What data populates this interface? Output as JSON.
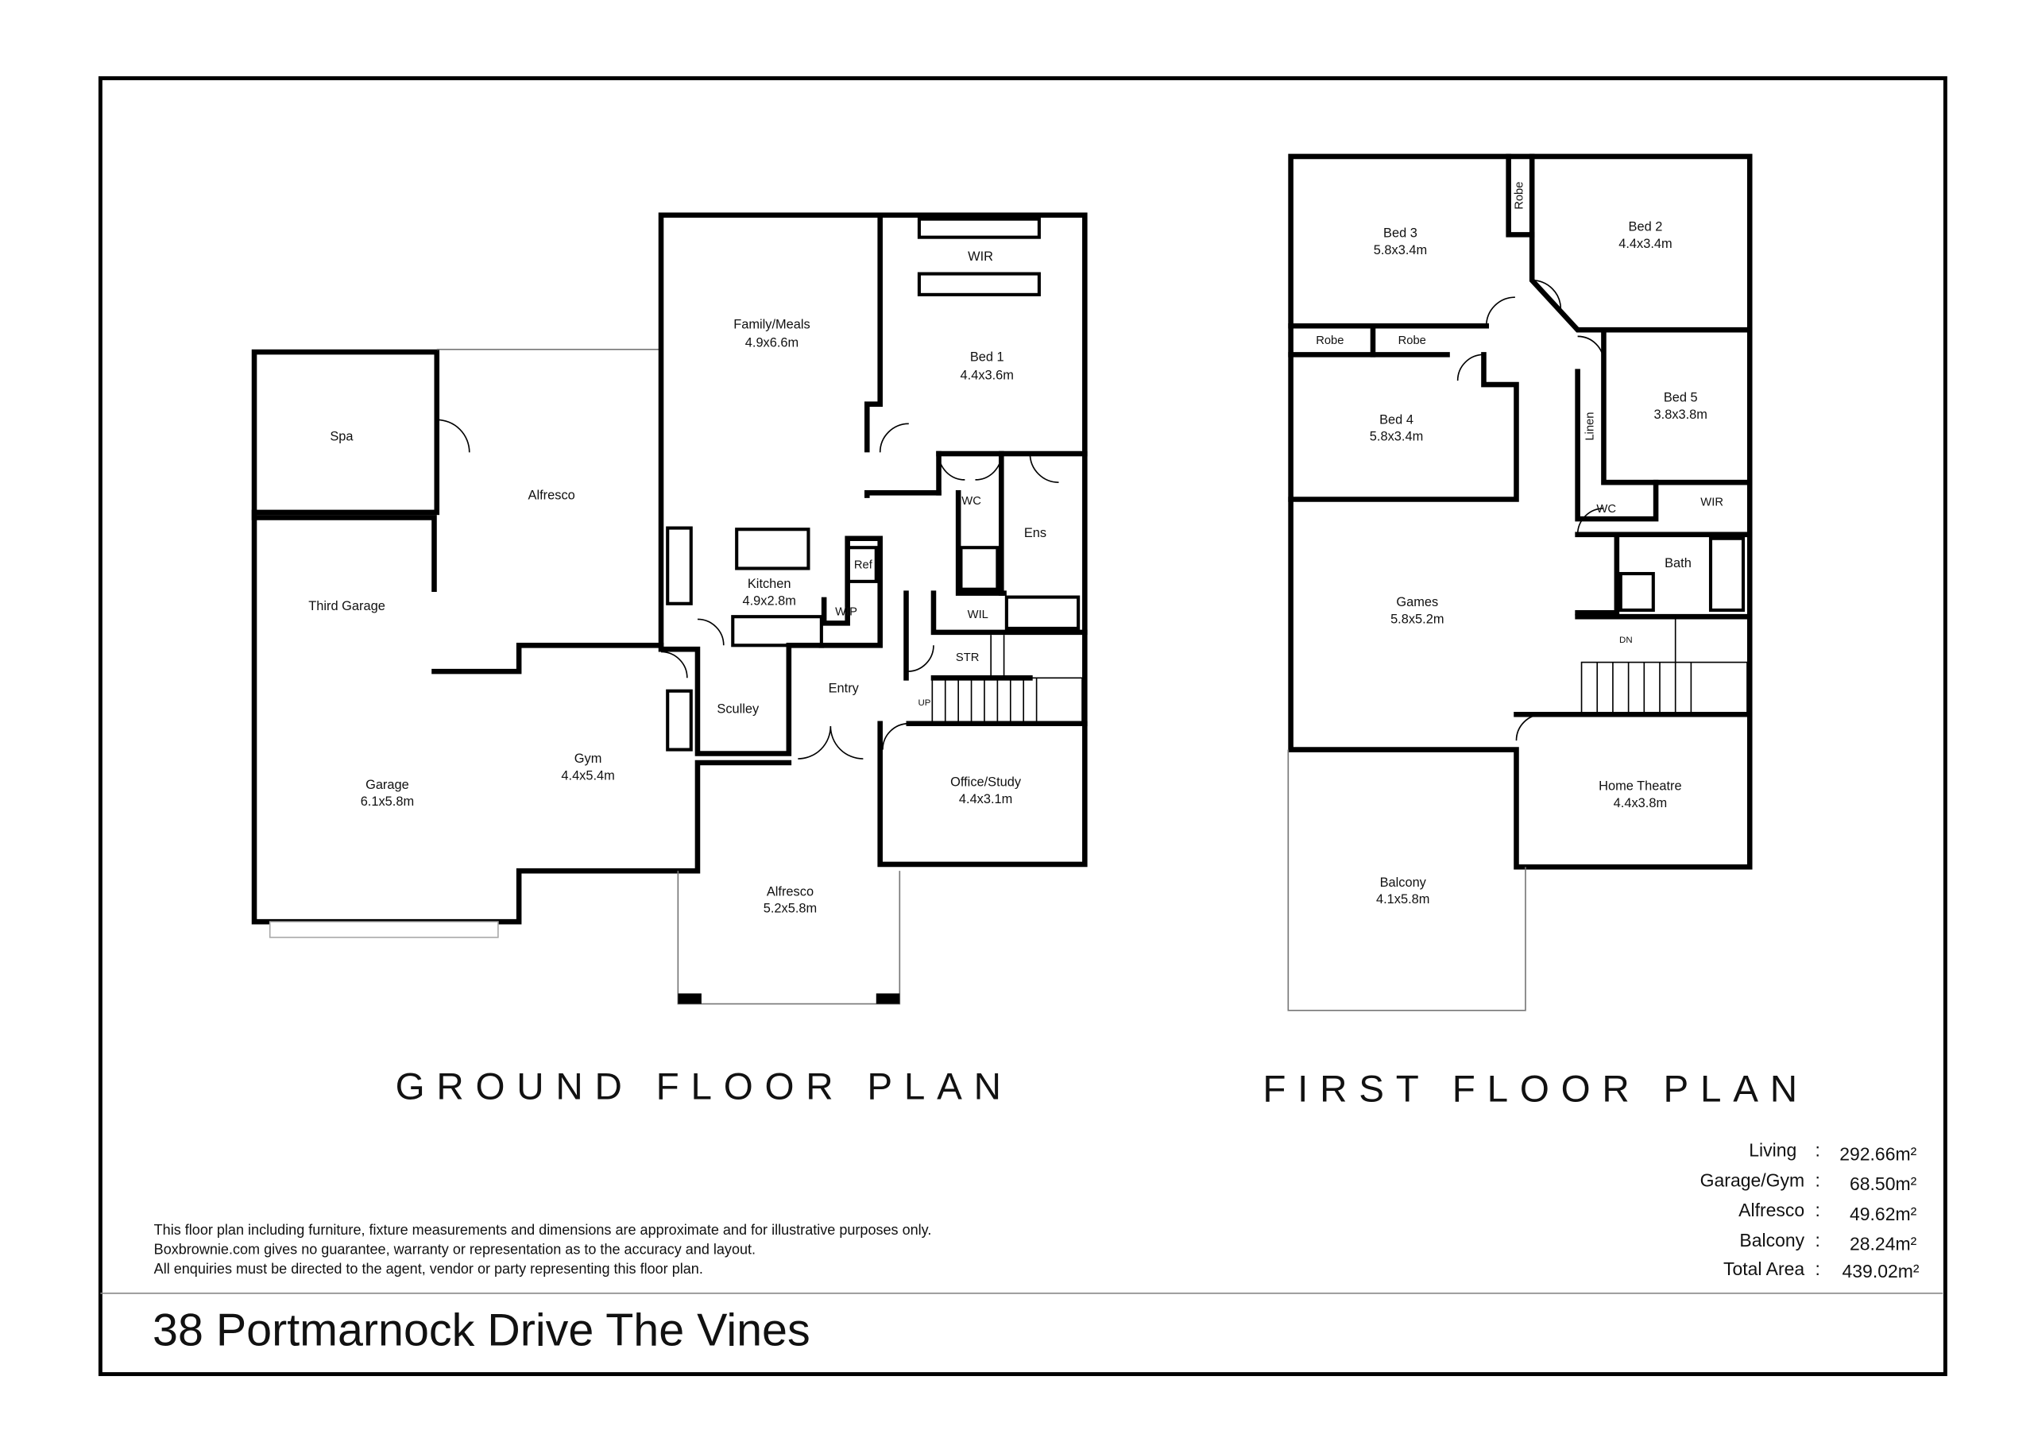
{
  "ground_floor": {
    "title": "GROUND FLOOR PLAN",
    "rooms": {
      "spa": {
        "name": "Spa"
      },
      "alfresco_side": {
        "name": "Alfresco"
      },
      "third_garage": {
        "name": "Third Garage"
      },
      "garage": {
        "name": "Garage",
        "size": "6.1x5.8m"
      },
      "gym": {
        "name": "Gym",
        "size": "4.4x5.4m"
      },
      "family": {
        "name": "Family/Meals",
        "size": "4.9x6.6m"
      },
      "kitchen": {
        "name": "Kitchen",
        "size": "4.9x2.8m"
      },
      "ref": {
        "name": "Ref"
      },
      "wip": {
        "name": "WIP"
      },
      "sculley": {
        "name": "Sculley"
      },
      "entry": {
        "name": "Entry"
      },
      "bed1": {
        "name": "Bed 1",
        "size": "4.4x3.6m"
      },
      "wir": {
        "name": "WIR"
      },
      "wc": {
        "name": "WC"
      },
      "ens": {
        "name": "Ens"
      },
      "wil": {
        "name": "WIL"
      },
      "str": {
        "name": "STR"
      },
      "up": {
        "name": "UP"
      },
      "office": {
        "name": "Office/Study",
        "size": "4.4x3.1m"
      },
      "alfresco_front": {
        "name": "Alfresco",
        "size": "5.2x5.8m"
      }
    }
  },
  "first_floor": {
    "title": "FIRST FLOOR PLAN",
    "rooms": {
      "bed3": {
        "name": "Bed 3",
        "size": "5.8x3.4m"
      },
      "bed2": {
        "name": "Bed 2",
        "size": "4.4x3.4m"
      },
      "robe_top": {
        "name": "Robe"
      },
      "robe1": {
        "name": "Robe"
      },
      "robe2": {
        "name": "Robe"
      },
      "bed4": {
        "name": "Bed 4",
        "size": "5.8x3.4m"
      },
      "bed5": {
        "name": "Bed 5",
        "size": "3.8x3.8m"
      },
      "linen": {
        "name": "Linen"
      },
      "wc": {
        "name": "WC"
      },
      "wir": {
        "name": "WIR"
      },
      "bath": {
        "name": "Bath"
      },
      "games": {
        "name": "Games",
        "size": "5.8x5.2m"
      },
      "dn": {
        "name": "DN"
      },
      "theatre": {
        "name": "Home Theatre",
        "size": "4.4x3.8m"
      },
      "balcony": {
        "name": "Balcony",
        "size": "4.1x5.8m"
      }
    }
  },
  "disclaimer": [
    "This floor plan including furniture, fixture measurements and dimensions are approximate and for illustrative purposes only.",
    "Boxbrownie.com gives no guarantee, warranty or representation as to the accuracy and layout.",
    "All enquiries must be directed to the agent, vendor or party representing this floor plan."
  ],
  "areas": [
    {
      "label": "Living",
      "value": "292.66m²"
    },
    {
      "label": "Garage/Gym",
      "value": "68.50m²"
    },
    {
      "label": "Alfresco",
      "value": "49.62m²"
    },
    {
      "label": "Balcony",
      "value": "28.24m²"
    },
    {
      "label": "Total Area",
      "value": "439.02m²"
    }
  ],
  "area_separator": ":",
  "address": "38 Portmarnock Drive The Vines"
}
